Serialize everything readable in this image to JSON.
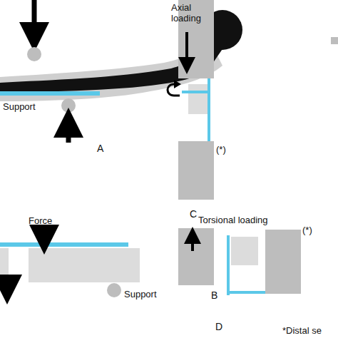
{
  "diagram": {
    "labels": [
      "Axial loading",
      "Support",
      "A",
      "(*)",
      "C",
      "Force",
      "Support",
      "B",
      "Torsional loading",
      "(*)",
      "D",
      "*Distal se"
    ]
  }
}
